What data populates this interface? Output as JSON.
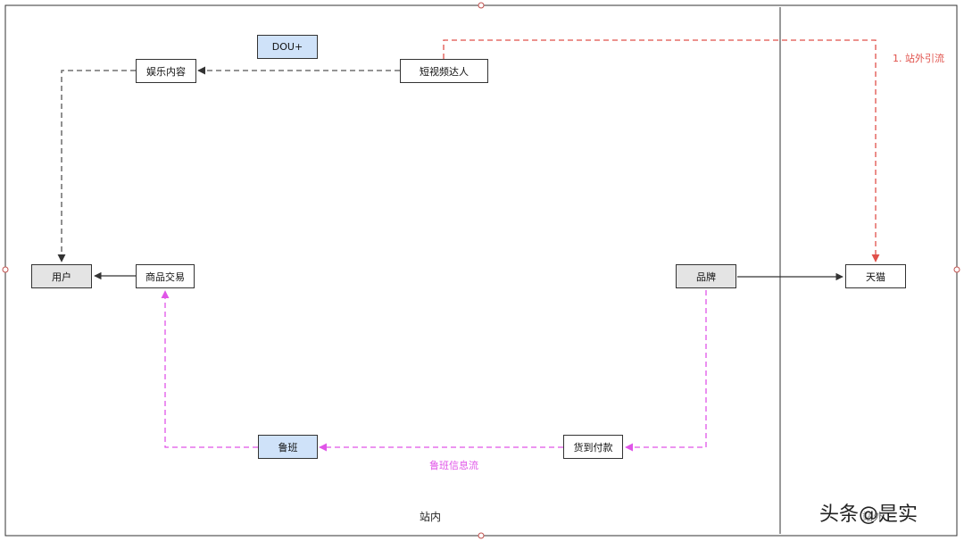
{
  "colors": {
    "frame": "#333333",
    "dashed_gray": "#555555",
    "red": "#e0504a",
    "magenta": "#e055e8",
    "node_blue": "#cfe2f9",
    "node_gray": "#e4e4e4",
    "handle": "#c0504d"
  },
  "nodes": {
    "dou_plus": "DOU+",
    "entertainment": "娱乐内容",
    "short_video_kol": "短视频达人",
    "user": "用户",
    "commodity_trade": "商品交易",
    "brand": "品牌",
    "tmall": "天猫",
    "luban": "鲁班",
    "cod": "货到付款"
  },
  "labels": {
    "offsite_traffic": "1. 站外引流",
    "luban_info_flow": "鲁班信息流",
    "onsite": "站内",
    "offsite_partial": "站外"
  },
  "watermark": "头条@是实"
}
